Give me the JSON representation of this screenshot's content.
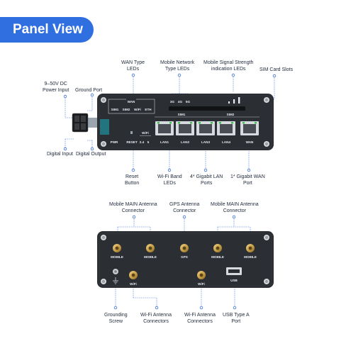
{
  "title": "Panel View",
  "top_panel": {
    "callouts": {
      "power_input": [
        "9–50V DC",
        "Power Input"
      ],
      "ground_port": [
        "Ground Port"
      ],
      "wan_type_leds": [
        "WAN Type",
        "LEDs"
      ],
      "mobile_type_leds": [
        "Mobile Network",
        "Type LEDs"
      ],
      "signal_leds": [
        "Mobile Signal Strength",
        "indication LEDs"
      ],
      "sim_slots": [
        "SIM Card Slots"
      ],
      "digital_input": [
        "Digital Input"
      ],
      "digital_output": [
        "Digital Output"
      ],
      "reset_button": [
        "Reset",
        "Button"
      ],
      "wifi_band_leds": [
        "Wi-Fi Band",
        "LEDs"
      ],
      "lan_ports": [
        "4* Gigabit LAN",
        "Ports"
      ],
      "wan_port": [
        "1* Gigabit WAN",
        "Port"
      ]
    },
    "device_labels": {
      "wan": "WAN",
      "sim1_led": "SIM1",
      "sim2_led": "SIM2",
      "wifi_led": "WiFi",
      "eth_led": "ETH",
      "net_3g": "3G",
      "net_4g": "4G",
      "net_5g": "5G",
      "sim1_slot": "SIM1",
      "sim2_slot": "SIM2",
      "pwr": "PWR",
      "reset": "RESET",
      "wifi": "WiFi",
      "band_24": "2.4",
      "band_5": "5",
      "lan1": "LAN1",
      "lan2": "LAN2",
      "lan3": "LAN3",
      "lan4": "LAN4",
      "wan_port": "WAN"
    }
  },
  "bottom_panel": {
    "callouts": {
      "mobile_main_left": [
        "Mobile MAIN Antenna",
        "Connector"
      ],
      "gps": [
        "GPS Antenna",
        "Connector"
      ],
      "mobile_main_right": [
        "Mobile MAIN Antenna",
        "Connector"
      ],
      "grounding_screw": [
        "Grounding",
        "Screw"
      ],
      "wifi_left": [
        "Wi-Fi Antenna",
        "Connectors"
      ],
      "wifi_right": [
        "Wi-Fi Antenna",
        "Connectors"
      ],
      "usb": [
        "USB Type A",
        "Port"
      ]
    },
    "device_labels": {
      "mobile1": "MOBILE",
      "mobile2": "MOBILE",
      "gps": "GPS",
      "mobile3": "MOBILE",
      "mobile4": "MOBILE",
      "wifi1": "WiFi",
      "wifi2": "WiFi",
      "usb": "USB"
    }
  },
  "colors": {
    "accent": "#2f6fe0",
    "device_body": "#2b2e33",
    "led_green": "#3ec04a",
    "connector_gold": "#c9a24a"
  }
}
